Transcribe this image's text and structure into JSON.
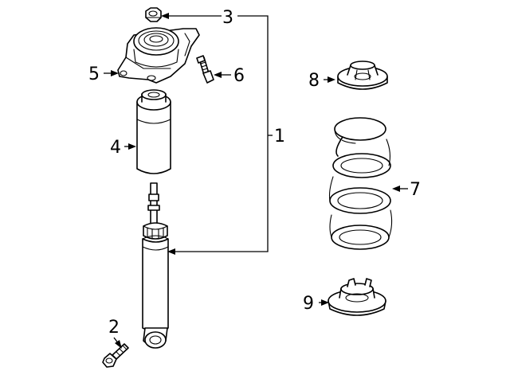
{
  "diagram": {
    "callouts": [
      {
        "id": "1",
        "text": "1"
      },
      {
        "id": "2",
        "text": "2"
      },
      {
        "id": "3",
        "text": "3"
      },
      {
        "id": "4",
        "text": "4"
      },
      {
        "id": "5",
        "text": "5"
      },
      {
        "id": "6",
        "text": "6"
      },
      {
        "id": "7",
        "text": "7"
      },
      {
        "id": "8",
        "text": "8"
      },
      {
        "id": "9",
        "text": "9"
      }
    ]
  }
}
